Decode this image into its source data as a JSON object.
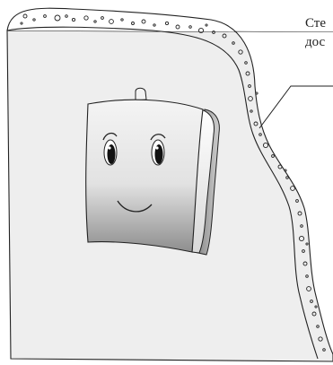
{
  "caption": {
    "line1": "Сте",
    "line2": "дос"
  },
  "colors": {
    "stroke": "#222222",
    "board_fill": "#eeeeee",
    "background": "#ffffff"
  },
  "icons": {
    "character": "smiling-panel-character",
    "texture": "bubble-dots"
  }
}
